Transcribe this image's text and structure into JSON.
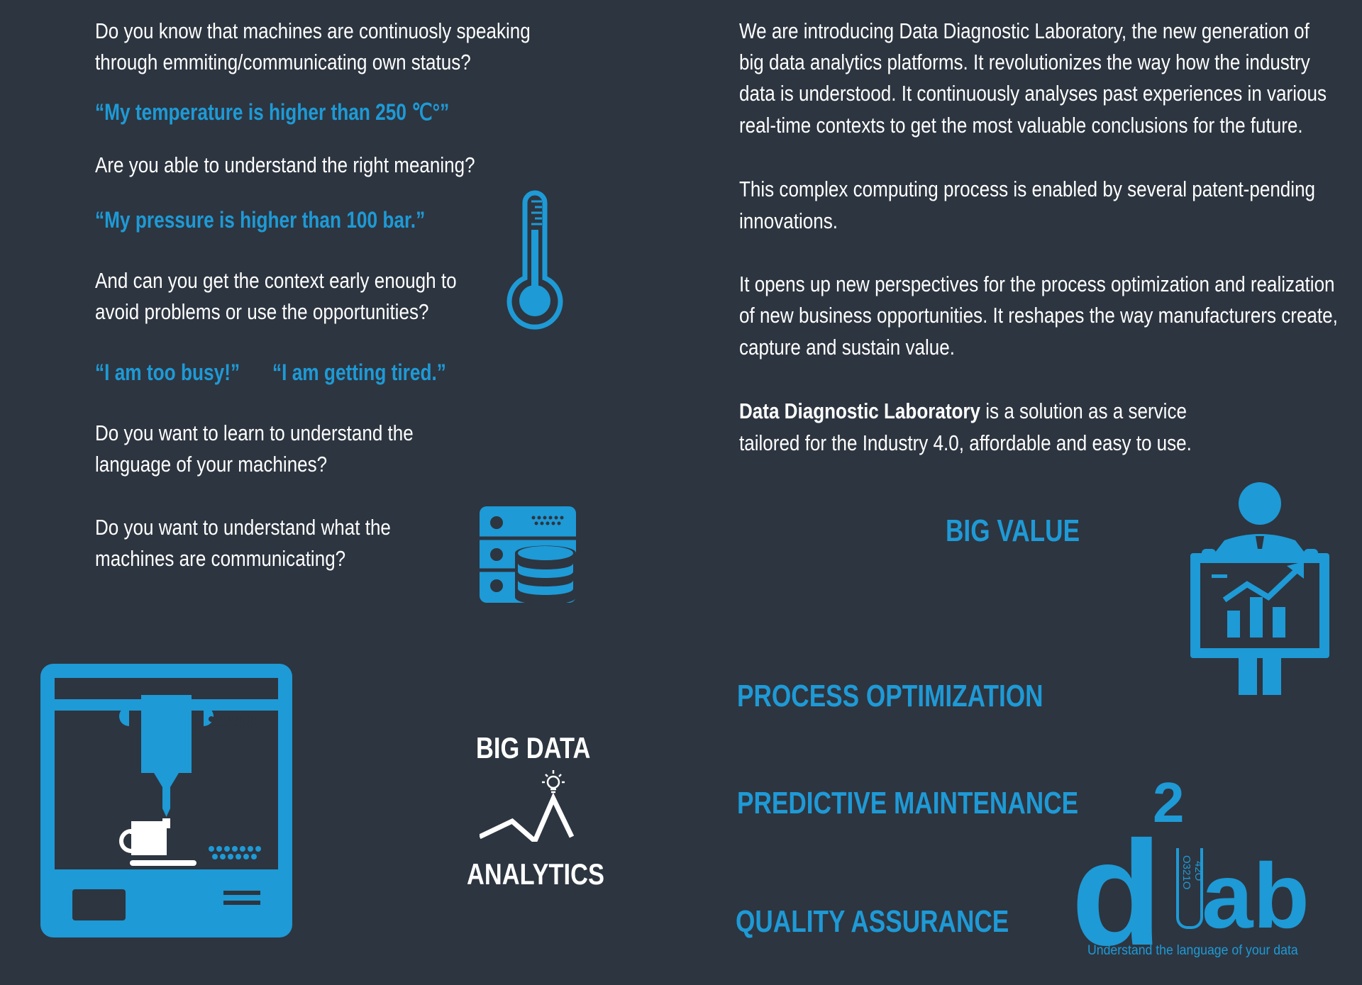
{
  "left": {
    "intro": [
      "Do you know that machines are continuosly speaking",
      "through emmiting/communicating own status?"
    ],
    "quote_temperature": "“My temperature is higher than 250 ℃°”",
    "q_meaning": "Are you able to understand the right meaning?",
    "quote_pressure": "“My pressure is higher than 100 bar.”",
    "q_context": [
      "And can you get the context early enough to",
      "avoid problems or use the opportunities?"
    ],
    "quote_busy": "“I am too busy!”",
    "quote_tired": "“I am getting tired.”",
    "q_language": [
      "Do you want to learn to understand the",
      "language of your machines?"
    ],
    "q_communicating": [
      "Do you want to understand what the",
      "machines are communicating?"
    ]
  },
  "right": {
    "p1": [
      "We are introducing Data Diagnostic Laboratory, the new generation of",
      "big data analytics platforms. It revolutionizes the way how the industry",
      "data is understood. It continuously analyses past experiences in various",
      "real-time contexts to get the  most valuable conclusions for the future."
    ],
    "p2": [
      "This complex computing process is enabled by several patent-pending",
      "innovations."
    ],
    "p3": [
      "It opens up new perspectives for the process optimization and realization",
      "of new business opportunities. It reshapes the way manufacturers create,",
      "capture and sustain value."
    ],
    "p4_bold": "Data Diagnostic Laboratory",
    "p4_rest": " is a solution as a service",
    "p4_line2": "tailored for the  Industry 4.0, affordable and easy to use."
  },
  "flow": {
    "center_top": "BIG DATA",
    "center_bottom": "ANALYTICS",
    "big_value": "BIG VALUE",
    "outputs": [
      "PROCESS OPTIMIZATION",
      "PREDICTIVE MAINTENANCE",
      "QUALITY ASSURANCE"
    ]
  },
  "logo": {
    "d": "d",
    "superscript": "2",
    "lab": "lab",
    "digits_left": "O321O",
    "digits_right": "42O",
    "tagline": "Understand the language of your data"
  },
  "colors": {
    "background": "#2d3540",
    "accent": "#1e9ad6",
    "text": "#ffffff"
  },
  "icons": [
    "thermometer-icon",
    "database-server-icon",
    "3d-printer-icon",
    "lightbulb-icon",
    "presenter-chart-icon"
  ]
}
